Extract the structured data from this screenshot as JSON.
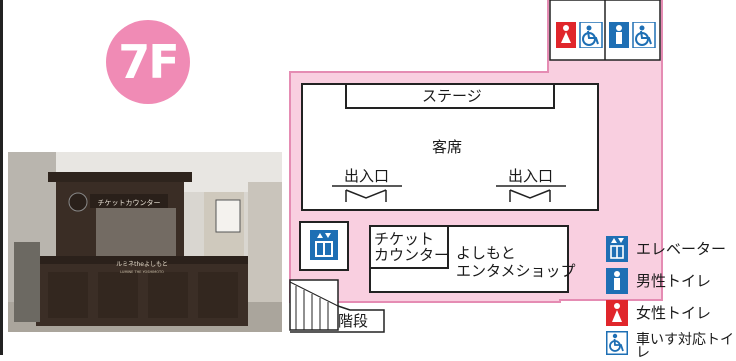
{
  "floor": {
    "label": "7F",
    "badge_color": "#f08bb5"
  },
  "photo": {
    "counter_sign": "チケットカウンター",
    "counter_front": "ルミネtheよしもと",
    "counter_sub": "LUMINE THE YOSHIMOTO"
  },
  "plan": {
    "colors": {
      "corridor": "#f9cfe0",
      "corridor_border": "#e58cb3",
      "wall": "#222222"
    },
    "stage": "ステージ",
    "seats": "客席",
    "entrance_left": "出入口",
    "entrance_right": "出入口",
    "ticket_counter": [
      "チケット",
      "カウンター"
    ],
    "shop": [
      "よしもと",
      "エンタメショップ"
    ],
    "stairs": "階段"
  },
  "legend": {
    "items": [
      {
        "icon": "elevator-icon",
        "label": "エレベーター",
        "color": "#1e6fb4"
      },
      {
        "icon": "mens-toilet-icon",
        "label": "男性トイレ",
        "color": "#1e6fb4"
      },
      {
        "icon": "womens-toilet-icon",
        "label": "女性トイレ",
        "color": "#e0262b"
      },
      {
        "icon": "wheelchair-icon",
        "label": "車いす対応トイレ",
        "color": "#1e6fb4"
      }
    ]
  }
}
